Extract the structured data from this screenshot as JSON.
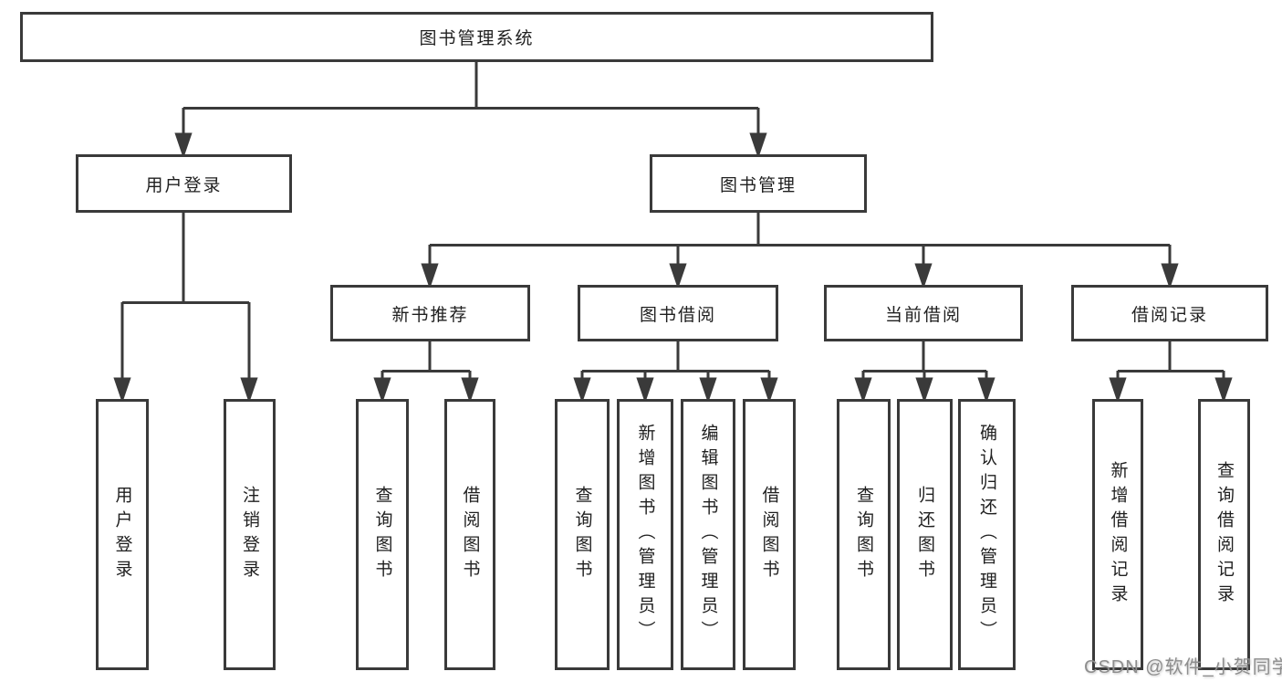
{
  "diagram": {
    "root": {
      "label": "图书管理系统"
    },
    "level2": [
      {
        "label": "用户登录",
        "children": [
          {
            "label": "用户登录"
          },
          {
            "label": "注销登录"
          }
        ]
      },
      {
        "label": "图书管理",
        "children": [
          {
            "label": "新书推荐",
            "children": [
              {
                "label": "查询图书"
              },
              {
                "label": "借阅图书"
              }
            ]
          },
          {
            "label": "图书借阅",
            "children": [
              {
                "label": "查询图书"
              },
              {
                "label": "新增图书（管理员）"
              },
              {
                "label": "编辑图书（管理员）"
              },
              {
                "label": "借阅图书"
              }
            ]
          },
          {
            "label": "当前借阅",
            "children": [
              {
                "label": "查询图书"
              },
              {
                "label": "归还图书"
              },
              {
                "label": "确认归还（管理员）"
              }
            ]
          },
          {
            "label": "借阅记录",
            "children": [
              {
                "label": "新增借阅记录"
              },
              {
                "label": "查询借阅记录"
              }
            ]
          }
        ]
      }
    ]
  },
  "watermark": {
    "text": "CSDN @软件_小贺同学"
  },
  "colors": {
    "line": "#3a3a3a",
    "border": "#3a3a3a",
    "text": "#1f1f1f",
    "watermark": "#8e8e8e",
    "background": "#ffffff"
  }
}
